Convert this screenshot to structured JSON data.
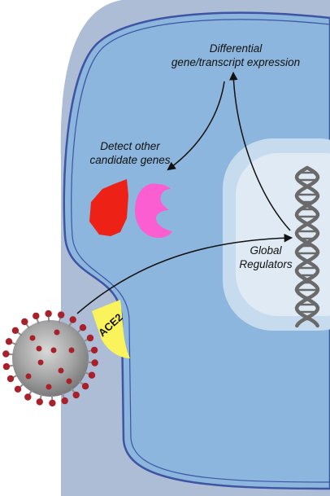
{
  "labels": {
    "differential": [
      "Differential",
      "gene/transcript expression"
    ],
    "detect": [
      "Detect other",
      "candidate genes"
    ],
    "global": [
      "Global",
      "Regulators"
    ],
    "receptor": "ACE2"
  },
  "colors": {
    "page_background": "#ffffff",
    "outer_halo": "#aebdd6",
    "cell_membrane": "#3d55a3",
    "cytoplasm": "#8cb6dd",
    "nucleus_outer": "#c6dcee",
    "nucleus_inner": "#dfeaf5",
    "receptor": "#fbf35b",
    "red_protein": "#ee2116",
    "pink_protein": "#fb5ed1",
    "dna": "#6a6a6a",
    "virus_body": "#9a9a9a",
    "virus_spikes": "#a8202a"
  },
  "icons": [
    "virus-icon",
    "dna-helix-icon",
    "red-protein-icon",
    "pink-protein-icon"
  ]
}
